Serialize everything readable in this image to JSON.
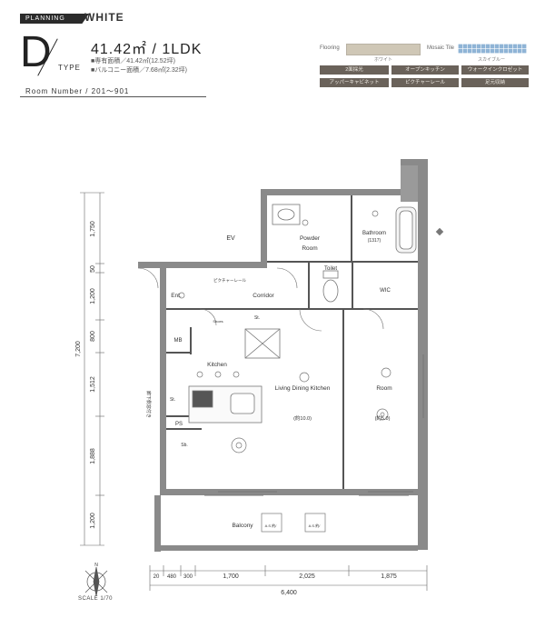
{
  "header": {
    "planning": "PLANNING",
    "color_scheme": "WHITE",
    "type_letter": "D",
    "type_word": "TYPE",
    "area_title": "41.42㎡ / 1LDK",
    "spec_lines": [
      "■専有面積／41.42㎡(12.52坪)",
      "■バルコニー面積／7.68㎡(2.32坪)"
    ],
    "room_number": "Room Number / 201〜901"
  },
  "finishes": {
    "flooring_label": "Flooring",
    "flooring_caption": "ホワイト",
    "mosaic_label": "Mosaic Tile",
    "mosaic_caption": "スカイブルー",
    "colors": {
      "flooring": "#cfc7b6",
      "mosaic": "#8fb4d6",
      "tag": "#6a625a"
    },
    "features": [
      "2面採光",
      "オープンキッチン",
      "ウォークインクロゼット",
      "アッパーキャビネット",
      "ピクチャーレール",
      "足元収納"
    ]
  },
  "plan": {
    "rooms": {
      "ev": "EV",
      "powder_room_1": "Powder",
      "powder_room_2": "Room",
      "bathroom_1": "Bathroom",
      "bathroom_2": "(1317)",
      "toilet": "Toilet",
      "wic": "WIC",
      "ent": "Ent.",
      "corridor": "Corridor",
      "mb": "MB",
      "kitchen": "Kitchen",
      "ldk": "Living Dining Kitchen",
      "ldk_size": "(約10.0)",
      "room": "Room",
      "room_size": "(約5.0)",
      "balcony": "Balcony",
      "ps": "PS",
      "st1": "St.",
      "st2": "St.",
      "sb": "Sb.",
      "shoes": "Shoes",
      "picture_rail": "ピクチャーレール",
      "side_note": "廊下側窓付き",
      "outdoor1": "A.S.約/",
      "outdoor2": "A.S.約/"
    },
    "dims_vertical": [
      "1,750",
      "50",
      "1,200",
      "800",
      "1,512",
      "1,888",
      "1,200"
    ],
    "dim_total_vertical": "7,200",
    "dims_horizontal": [
      "20",
      "480",
      "300",
      "1,700",
      "2,025",
      "1,875"
    ],
    "dim_total_horizontal": "6,400"
  },
  "footer": {
    "scale": "SCALE 1/70",
    "compass_mark": "N"
  }
}
